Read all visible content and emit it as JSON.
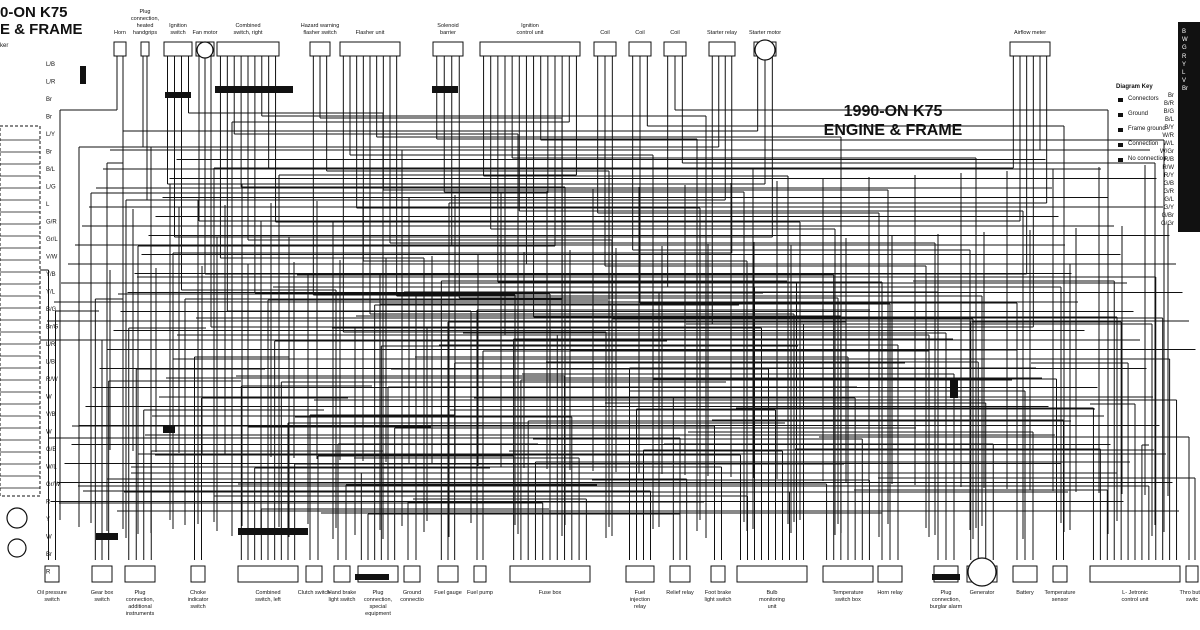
{
  "title": {
    "main_line1": "1990-ON K75",
    "main_line2": "ENGINE & FRAME",
    "corner_line1": "0-ON K75",
    "corner_line2": "E & FRAME",
    "corner_line3": "ker"
  },
  "diagram_key": {
    "title": "Diagram Key",
    "items": [
      "Connectors",
      "Ground",
      "Frame ground",
      "Connection",
      "No connection"
    ]
  },
  "color_codes_strip": [
    "B",
    "W",
    "G",
    "R",
    "Y",
    "L",
    "V",
    "Br"
  ],
  "color_codes_key": [
    "Br",
    "B/R",
    "B/G",
    "B/L",
    "B/Y",
    "W/R",
    "W/L",
    "W/Gr",
    "R/B",
    "R/W",
    "R/Y",
    "G/B",
    "G/R",
    "G/L",
    "G/Y",
    "G/Br",
    "G/Gr"
  ],
  "top_components": [
    {
      "label": "Horn"
    },
    {
      "label": "Plug connection, heated handgrips"
    },
    {
      "label": "Ignition switch"
    },
    {
      "label": "Fan motor"
    },
    {
      "label": "Combined switch, right"
    },
    {
      "label": "Hazard warning flasher switch"
    },
    {
      "label": "Flasher unit"
    },
    {
      "label": "Solenoid barrier"
    },
    {
      "label": "Ignition control unit"
    },
    {
      "label": "Coil"
    },
    {
      "label": "Coil"
    },
    {
      "label": "Coil"
    },
    {
      "label": "Starter relay"
    },
    {
      "label": "Starter motor"
    },
    {
      "label": "Airflow meter"
    }
  ],
  "bottom_components": [
    {
      "label": "Oil pressure switch"
    },
    {
      "label": "Gear box switch"
    },
    {
      "label": "Plug connection, additional instruments"
    },
    {
      "label": "Choke indicator switch"
    },
    {
      "label": "Combined switch, left"
    },
    {
      "label": "Clutch switch"
    },
    {
      "label": "Hand brake light switch"
    },
    {
      "label": "Plug connection, special equipment"
    },
    {
      "label": "Ground connectio"
    },
    {
      "label": "Fuel gauge"
    },
    {
      "label": "Fuel pump"
    },
    {
      "label": "Fuse box"
    },
    {
      "label": "Fuel injection relay"
    },
    {
      "label": "Relief relay"
    },
    {
      "label": "Foot brake light switch"
    },
    {
      "label": "Bulb monitoring unit"
    },
    {
      "label": "Temperature switch box"
    },
    {
      "label": "Horn relay"
    },
    {
      "label": "Plug connection, burglar alarm"
    },
    {
      "label": "Generator"
    },
    {
      "label": "Battery"
    },
    {
      "label": "Temperature sensor"
    },
    {
      "label": "L- Jetronic control unit"
    },
    {
      "label": "Thro butto switc"
    }
  ],
  "left_wire_labels": [
    "L/B",
    "L/R",
    "Br",
    "Br",
    "L/Y",
    "Br",
    "B/L",
    "L/G",
    "L",
    "G/R",
    "Gr/L",
    "V/W",
    "Y/B",
    "Y/L",
    "B/G",
    "Br/G",
    "L/R",
    "L/B",
    "R/W",
    "W",
    "V/B",
    "W",
    "G/B",
    "W/L",
    "Gr/W",
    "R",
    "Y",
    "W",
    "Br",
    "R"
  ]
}
